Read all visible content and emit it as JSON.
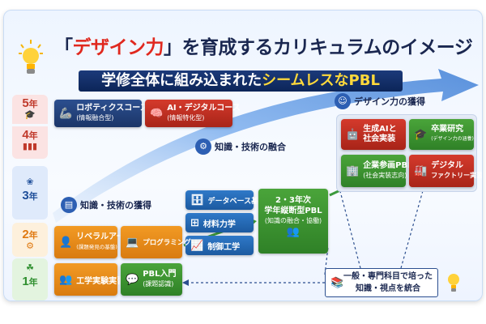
{
  "title": {
    "pre": "「",
    "highlight": "デザイン力",
    "post": "」を育成するカリキュラムのイメージ"
  },
  "subtitle": {
    "pre": "学修全体に組み込まれた",
    "highlight": "シームレスなPBL"
  },
  "years": [
    {
      "num": "5",
      "unit": "年",
      "icon": "graduation-cap-icon"
    },
    {
      "num": "4",
      "unit": "年",
      "icon": "bar-chart-icon"
    },
    {
      "num": "3",
      "unit": "年",
      "icon": "plant-icon"
    },
    {
      "num": "2",
      "unit": "年",
      "icon": "gear-icon"
    },
    {
      "num": "1",
      "unit": "年",
      "icon": "sprout-icon"
    }
  ],
  "sections": {
    "design_power": "デザイン力の獲得",
    "fusion": "知識・技術の融合",
    "acquisition": "知識・技術の獲得"
  },
  "top_boxes": [
    {
      "label": "ロボティクスコース",
      "sub": "(情報融合型)",
      "icon": "robot-arm-icon"
    },
    {
      "label": "AI・デジタルコース",
      "sub": "(情報特化型)",
      "icon": "brain-icon"
    }
  ],
  "design_boxes": [
    {
      "label": "生成AIと",
      "label2": "社会実装",
      "icon": "ai-head-icon"
    },
    {
      "label": "卒業研究",
      "sub": "(デザイン力の涵養)",
      "icon": "graduation-cap-icon"
    },
    {
      "label": "企業参画PBL",
      "sub": "(社会実装志向)",
      "icon": "building-icon"
    },
    {
      "label": "デジタル",
      "label2": "ファクトリー実習",
      "icon": "factory-icon"
    }
  ],
  "fusion_boxes": [
    {
      "label": "データベース基礎",
      "icon": "database-icon"
    },
    {
      "label": "材料力学",
      "icon": "beam-icon"
    },
    {
      "label": "制御工学",
      "icon": "control-chart-icon"
    }
  ],
  "pbl_big": {
    "line1": "2・3年次",
    "line2": "学年縦断型PBL",
    "line3": "(知識の融合・協働)",
    "icon": "people-icon"
  },
  "year2_boxes": [
    {
      "label": "リベラルアーツ",
      "sub": "(課題発見の基盤)",
      "icon": "thinking-head-icon"
    },
    {
      "label": "プログラミング",
      "icon": "laptop-icon"
    }
  ],
  "year1_boxes": [
    {
      "label": "工学実験実習",
      "icon": "people-icon"
    },
    {
      "label": "PBL入門",
      "sub": "(課題認識)",
      "icon": "chat-people-icon"
    }
  ],
  "general": {
    "line1": "一般・専門科目で培った",
    "line2": "知識・視点を統合",
    "icon": "book-stack-icon"
  },
  "colors": {
    "navy": "#1b3568",
    "red": "#c0392b",
    "orange": "#e07a12",
    "green": "#2f8f2f",
    "blue": "#2f79c8",
    "arrow": "#4a86d6"
  }
}
